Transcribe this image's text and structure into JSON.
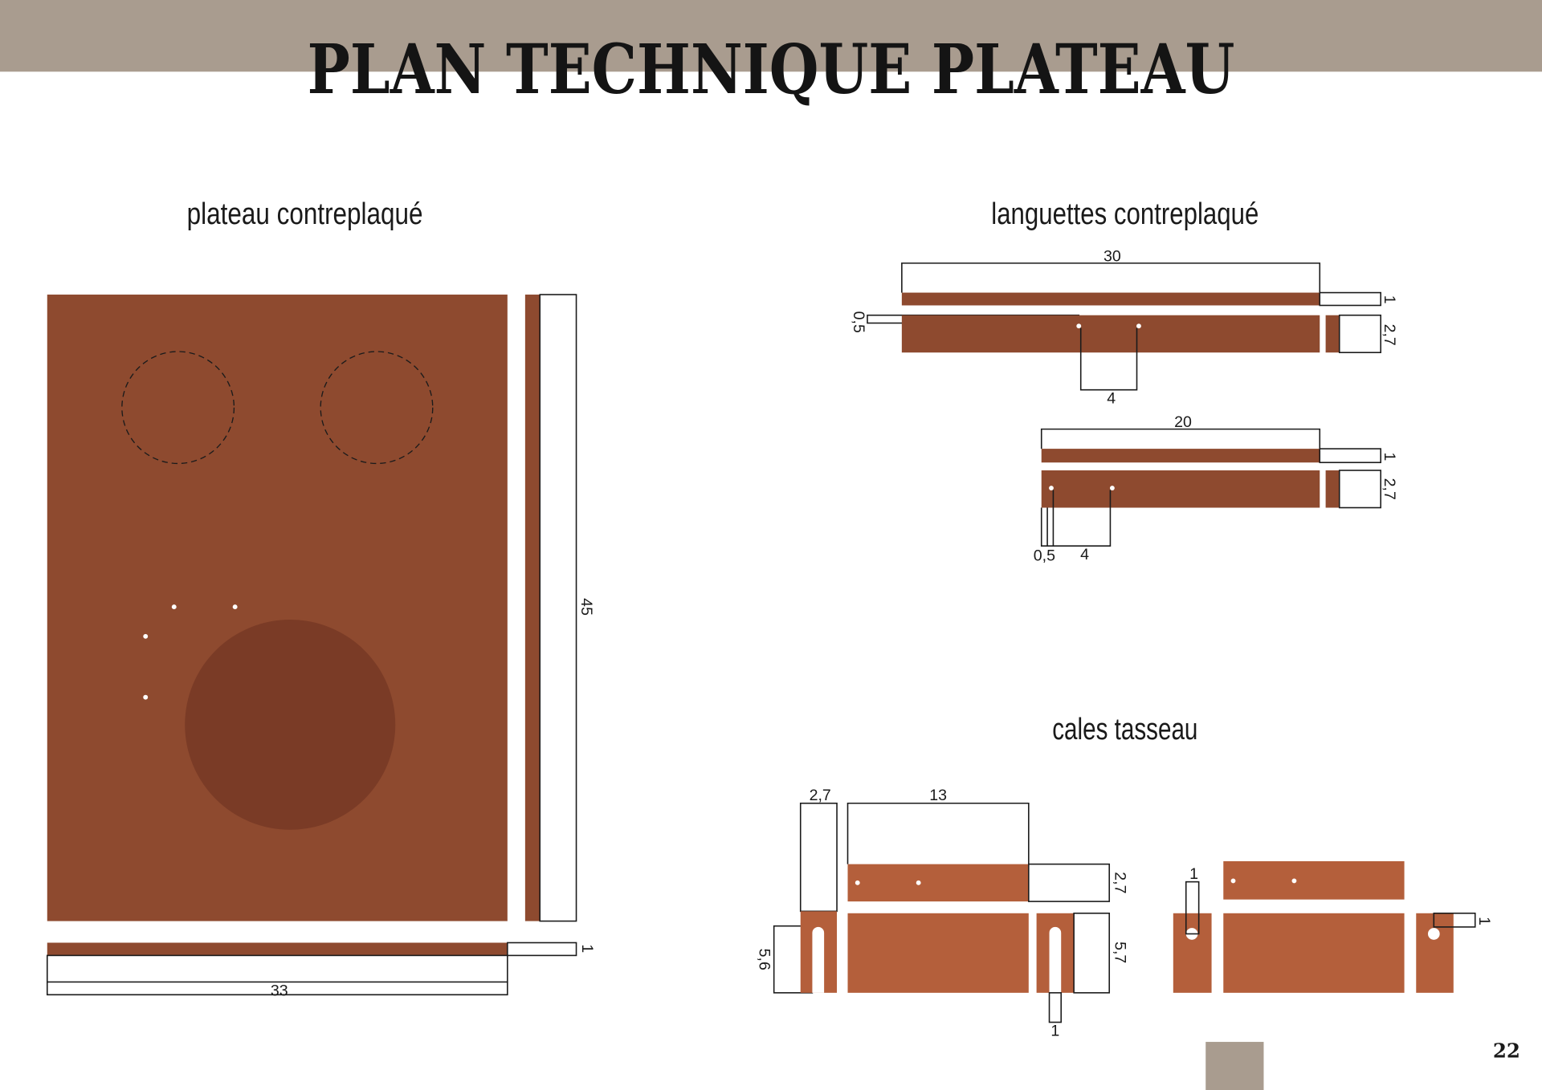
{
  "header": {
    "title": "PLAN TECHNIQUE PLATEAU"
  },
  "plateau": {
    "heading": "plateau contreplaqué",
    "dim_height": "45",
    "dim_strip_thickness": "1",
    "dim_width": "33"
  },
  "languettes": {
    "heading": "languettes contreplaqué",
    "long": {
      "dim_length": "30",
      "dim_thickness": "1",
      "dim_width": "2,7",
      "dim_hole_offset": "0,5",
      "dim_hole_spacing": "4"
    },
    "short": {
      "dim_length": "20",
      "dim_thickness": "1",
      "dim_width": "2,7",
      "dim_hole_offset": "0,5",
      "dim_hole_spacing": "4"
    }
  },
  "cales": {
    "heading": "cales tasseau",
    "slotted": {
      "dim_upright_width": "2,7",
      "dim_length": "13",
      "dim_top_width": "2,7",
      "dim_left_height": "5,6",
      "dim_right_height": "5,7",
      "dim_slot_width": "1"
    },
    "drilled": {
      "dim_left_hole": "1",
      "dim_right_hole": "1"
    }
  },
  "footer": {
    "page_number": "22"
  },
  "colors": {
    "band": "#a99c8f",
    "plywood": "#8e4a2f",
    "plywood_dark": "#7a3b26",
    "batten": "#b45f3b",
    "ink": "#1b1b1b"
  }
}
